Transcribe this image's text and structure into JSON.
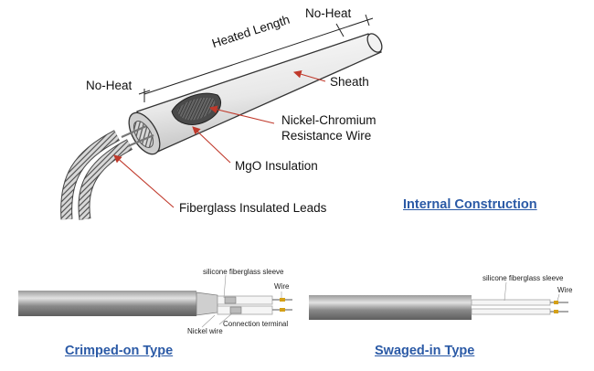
{
  "labels": {
    "no_heat_top": "No-Heat",
    "heated_length": "Heated Length",
    "no_heat_left": "No-Heat",
    "sheath": "Sheath",
    "nichrome_line1": "Nickel-Chromium",
    "nichrome_line2": "Resistance Wire",
    "mgo": "MgO Insulation",
    "leads": "Fiberglass Insulated  Leads",
    "internal_construction": "Internal Construction"
  },
  "crimped": {
    "title": "Crimped-on Type",
    "sleeve": "silicone fiberglass sleeve",
    "wire": "Wire",
    "connection": "Connection terminal",
    "nickel": "Nickel wire"
  },
  "swaged": {
    "title": "Swaged-in Type",
    "sleeve": "silicone fiberglass sleeve",
    "wire": "Wire"
  },
  "colors": {
    "accent_blue": "#2b5aa6",
    "pointer_red": "#c0392b"
  }
}
